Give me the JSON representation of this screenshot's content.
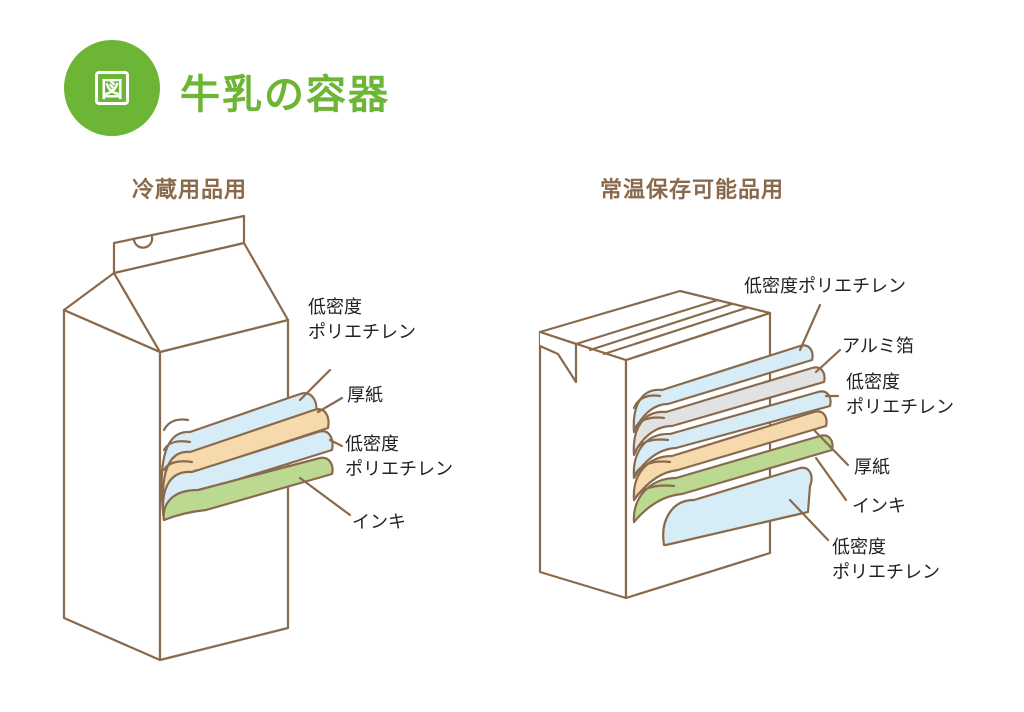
{
  "header": {
    "badge_text": "図",
    "title": "牛乳の容器",
    "accent_color": "#6cb535"
  },
  "diagrams": [
    {
      "subtitle": "冷蔵用品用",
      "layers": [
        {
          "line1": "低密度",
          "line2": "ポリエチレン",
          "color": "#d6ecf7"
        },
        {
          "line1": "厚紙",
          "line2": "",
          "color": "#f7d9ae"
        },
        {
          "line1": "低密度",
          "line2": "ポリエチレン",
          "color": "#d6ecf7"
        },
        {
          "line1": "インキ",
          "line2": "",
          "color": "#bcd991"
        }
      ]
    },
    {
      "subtitle": "常温保存可能品用",
      "layers": [
        {
          "line1": "低密度ポリエチレン",
          "line2": "",
          "color": "#d6ecf7"
        },
        {
          "line1": "アルミ箔",
          "line2": "",
          "color": "#e2e2e2"
        },
        {
          "line1": "低密度",
          "line2": "ポリエチレン",
          "color": "#d6ecf7"
        },
        {
          "line1": "厚紙",
          "line2": "",
          "color": "#f7d9ae"
        },
        {
          "line1": "インキ",
          "line2": "",
          "color": "#bcd991"
        },
        {
          "line1": "低密度",
          "line2": "ポリエチレン",
          "color": "#d6ecf7"
        }
      ]
    }
  ],
  "outline_color": "#8a6a4d"
}
